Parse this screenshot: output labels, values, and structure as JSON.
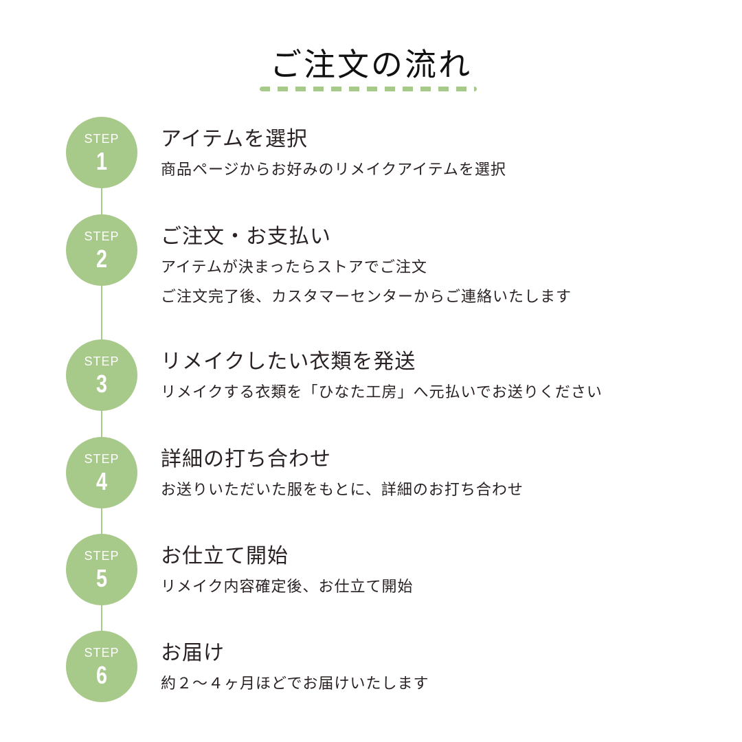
{
  "title": "ご注文の流れ",
  "accent_color": "#a7c98a",
  "step_label": "STEP",
  "steps": [
    {
      "number": "1",
      "title": "アイテムを選択",
      "lines": [
        "商品ページからお好みのリメイクアイテムを選択"
      ]
    },
    {
      "number": "2",
      "title": "ご注文・お支払い",
      "lines": [
        "アイテムが決まったらストアでご注文",
        "ご注文完了後、カスタマーセンターからご連絡いたします"
      ]
    },
    {
      "number": "3",
      "title": "リメイクしたい衣類を発送",
      "lines": [
        "リメイクする衣類を「ひなた工房」へ元払いでお送りください"
      ]
    },
    {
      "number": "4",
      "title": "詳細の打ち合わせ",
      "lines": [
        "お送りいただいた服をもとに、詳細のお打ち合わせ"
      ]
    },
    {
      "number": "5",
      "title": "お仕立て開始",
      "lines": [
        "リメイク内容確定後、お仕立て開始"
      ]
    },
    {
      "number": "6",
      "title": "お届け",
      "lines": [
        "約２〜４ヶ月ほどでお届けいたします"
      ]
    }
  ]
}
